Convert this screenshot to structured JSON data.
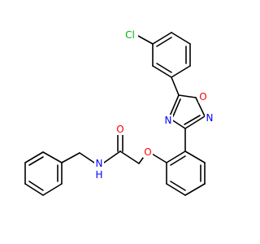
{
  "molecule": {
    "atoms": {
      "cl": {
        "symbol": "Cl",
        "color": "#00b300"
      },
      "o_ring": {
        "symbol": "O",
        "color": "#ff0000"
      },
      "n_ring_right": {
        "symbol": "N",
        "color": "#0000ff"
      },
      "n_ring_left": {
        "symbol": "N",
        "color": "#0000ff"
      },
      "o_ether": {
        "symbol": "O",
        "color": "#ff0000"
      },
      "o_carbonyl": {
        "symbol": "O",
        "color": "#ff0000"
      },
      "n_amide": {
        "symbol": "N",
        "color": "#0000ff"
      },
      "h_amide": {
        "symbol": "H",
        "color": "#0000ff"
      }
    },
    "bond_color": "#000000",
    "background": "#ffffff"
  }
}
